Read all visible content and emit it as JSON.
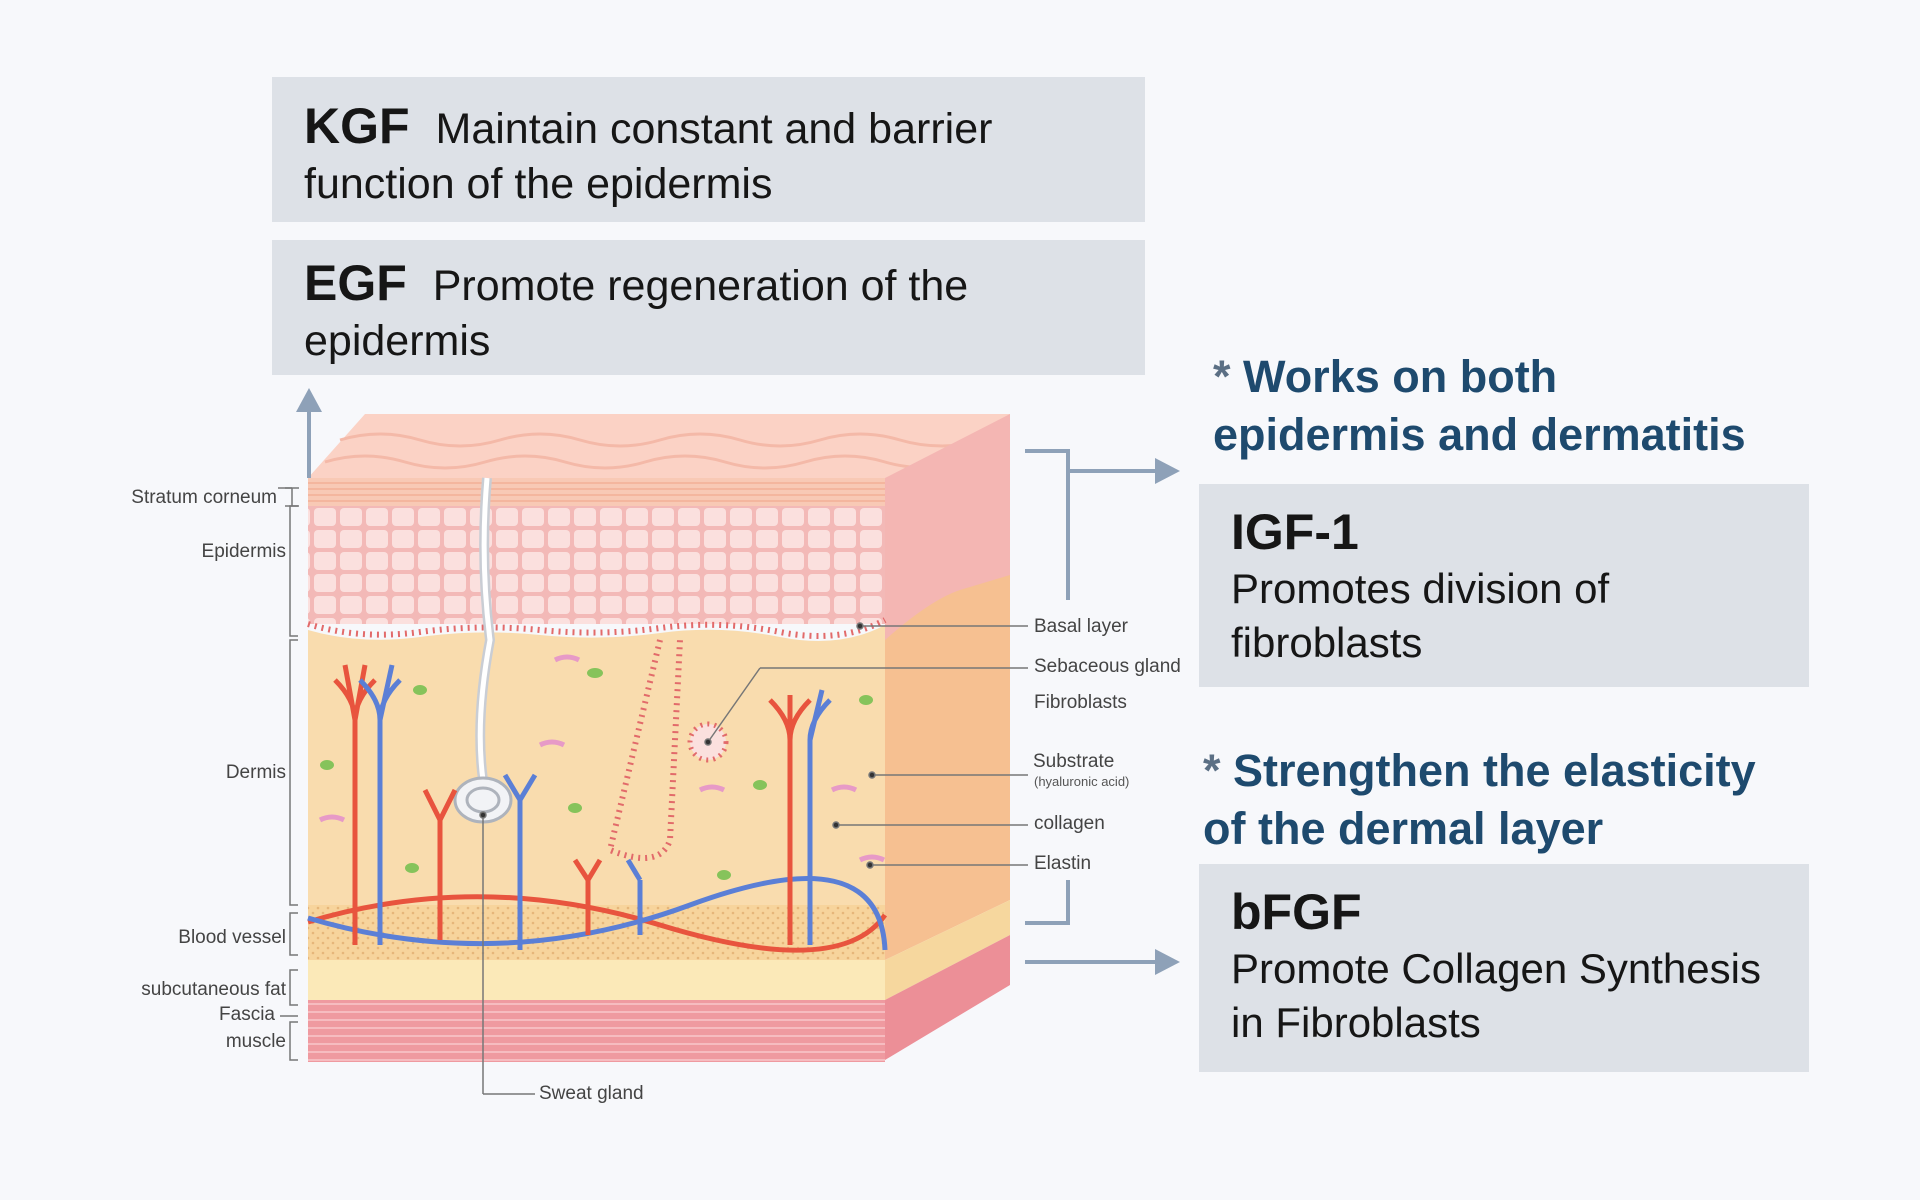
{
  "boxes": {
    "kgf": {
      "code": "KGF",
      "text": "Maintain constant and barrier function of the epidermis"
    },
    "egf": {
      "code": "EGF",
      "text": "Promote regeneration of the epidermis"
    },
    "igf": {
      "code": "IGF-1",
      "text": "Promotes division of fibroblasts"
    },
    "bfgf": {
      "code": "bFGF",
      "text": "Promote Collagen Synthesis in Fibroblasts"
    }
  },
  "notes": {
    "star": "*",
    "works_on_both": "Works on both epidermis and dermatitis",
    "strengthen": "Strengthen the elasticity of the dermal layer"
  },
  "labels_left": {
    "stratum_corneum": "Stratum corneum",
    "epidermis": "Epidermis",
    "dermis": "Dermis",
    "blood_vessel": "Blood vessel",
    "subcutaneous_fat": "subcutaneous fat",
    "fascia": "Fascia",
    "muscle": "muscle"
  },
  "labels_right": {
    "basal_layer": "Basal layer",
    "sebaceous_gland": "Sebaceous gland",
    "fibroblasts": "Fibroblasts",
    "substrate": "Substrate",
    "substrate_note": "(hyaluronic acid)",
    "collagen": "collagen",
    "elastin": "Elastin"
  },
  "labels_bottom": {
    "sweat_gland": "Sweat gland"
  },
  "colors": {
    "box_bg": "#dde1e7",
    "note_text": "#1e4a6e",
    "arrow": "#8ea1b8",
    "epidermis": "#f6c3c0",
    "dermis": "#f9dcae",
    "artery": "#e8543e",
    "vein": "#5b7fd6",
    "muscle": "#ec8f97"
  }
}
